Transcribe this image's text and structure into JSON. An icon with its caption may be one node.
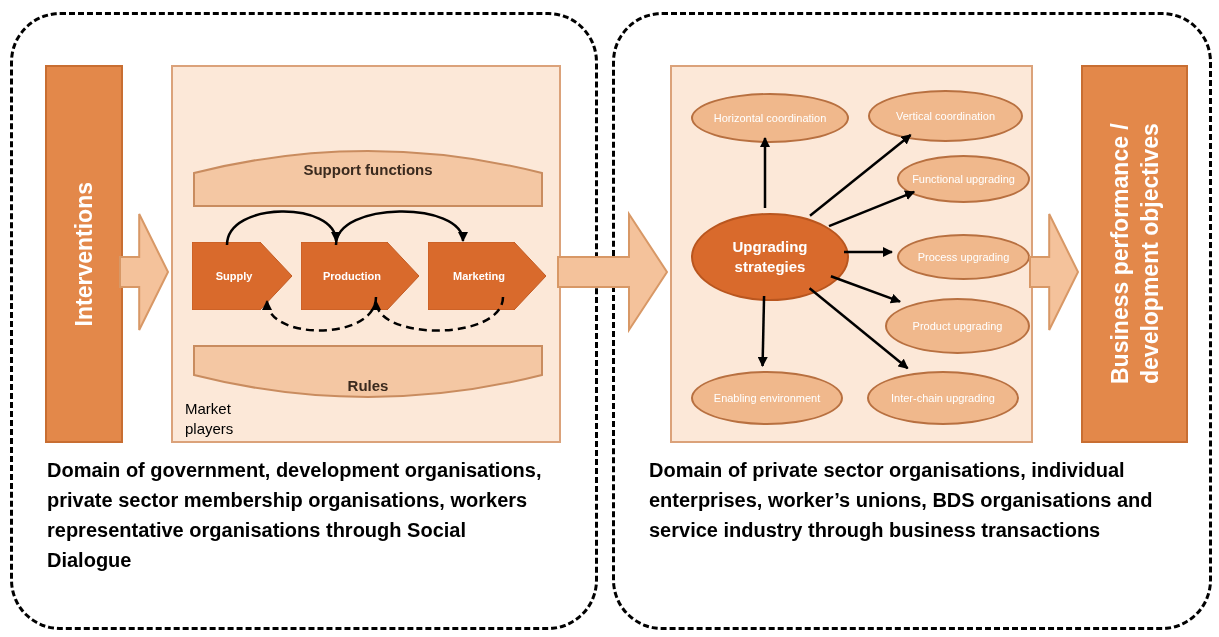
{
  "diagram": {
    "nodes": [
      {
        "text": [
          "Domain of government, development organisations, private sector membership organisations, workers representative organisations through Social Dialogue"
        ]
      },
      {
        "text": [
          "Interventions"
        ],
        "in": 0
      },
      {
        "text": [
          "Market players"
        ],
        "in": 0
      },
      {
        "text": [
          "Support functions"
        ],
        "in": 2
      },
      {
        "text": [
          "Rules"
        ],
        "in": 2
      },
      {
        "text": [
          "Supply"
        ],
        "in": 2
      },
      {
        "text": [
          "Production"
        ],
        "in": 2
      },
      {
        "text": [
          "Marketing"
        ],
        "in": 2
      },
      {
        "text": [
          "Domain of private sector organisations, individual enterprises, worker’s unions, BDS organisations and service industry through business transactions"
        ]
      },
      {
        "text": [],
        "shape": "box",
        "in": 8
      },
      {
        "text": [
          "Upgrading strategies"
        ],
        "in": 9
      },
      {
        "text": [
          "Horizontal coordination"
        ],
        "in": 9
      },
      {
        "text": [
          "Vertical coordination"
        ],
        "in": 9
      },
      {
        "text": [
          "Functional upgrading"
        ],
        "in": 9
      },
      {
        "text": [
          "Process upgrading"
        ],
        "in": 9
      },
      {
        "text": [
          "Product upgrading"
        ],
        "in": 9
      },
      {
        "text": [
          "Inter-chain upgrading"
        ],
        "in": 9
      },
      {
        "text": [
          "Enabling environment"
        ],
        "in": 9
      },
      {
        "text": [
          "Business performance / development objectives"
        ],
        "in": 8
      }
    ],
    "edges": [
      {
        "from": 1,
        "to": 2,
        "arrow": "to",
        "style": "thick"
      },
      {
        "from": 2,
        "to": 9,
        "arrow": "to",
        "style": "thick"
      },
      {
        "from": 9,
        "to": 18,
        "arrow": "to",
        "style": "thick"
      },
      {
        "from": 5,
        "to": 6,
        "arrow": "to"
      },
      {
        "from": 6,
        "to": 7,
        "arrow": "to"
      },
      {
        "from": 6,
        "to": 5,
        "arrow": "to",
        "style": "dashed"
      },
      {
        "from": 7,
        "to": 6,
        "arrow": "to",
        "style": "dashed"
      },
      {
        "from": 10,
        "to": 11,
        "arrow": "to"
      },
      {
        "from": 10,
        "to": 12,
        "arrow": "to"
      },
      {
        "from": 10,
        "to": 13,
        "arrow": "to"
      },
      {
        "from": 10,
        "to": 14,
        "arrow": "to"
      },
      {
        "from": 10,
        "to": 15,
        "arrow": "to"
      },
      {
        "from": 10,
        "to": 16,
        "arrow": "to"
      },
      {
        "from": 10,
        "to": 17,
        "arrow": "to"
      }
    ]
  }
}
